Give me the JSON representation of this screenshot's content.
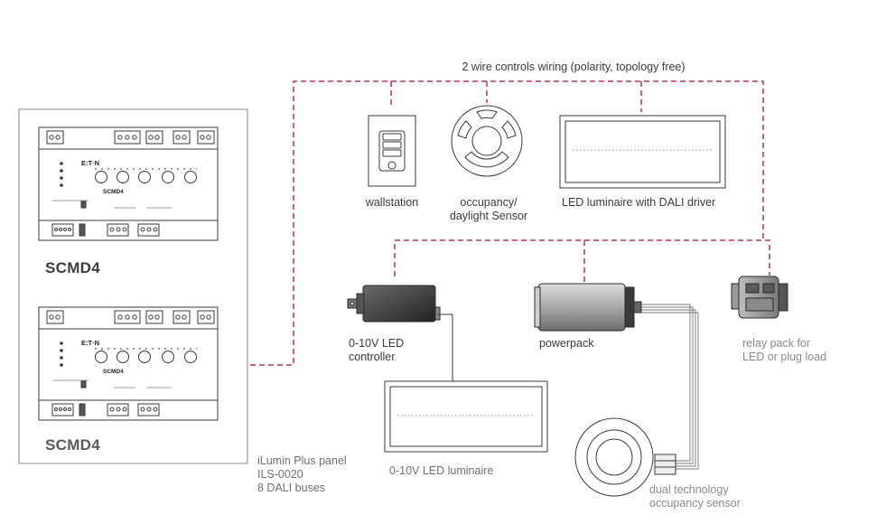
{
  "wiring_label": "2 wire controls wiring (polarity, topology free)",
  "panel": {
    "module_name": "SCMD4",
    "module_brand": "E:T·N",
    "caption_lines": [
      "iLumin Plus panel",
      "ILS-0020",
      "8 DALI buses"
    ]
  },
  "devices": {
    "wallstation": "wallstation",
    "occupancy_sensor": [
      "occupancy/",
      "daylight Sensor"
    ],
    "led_dali": "LED luminaire with DALI driver",
    "led_controller": [
      "0-10V LED",
      "controller"
    ],
    "powerpack": "powerpack",
    "relay_pack": [
      "relay pack for",
      "LED or plug load"
    ],
    "led_010v": "0-10V LED luminaire",
    "dual_sensor": [
      "dual technology",
      "occupancy sensor"
    ]
  },
  "colors": {
    "dali_wiring": "#b8325e",
    "outline": "#4a4a4a",
    "panel_border": "#9a9a9a"
  }
}
